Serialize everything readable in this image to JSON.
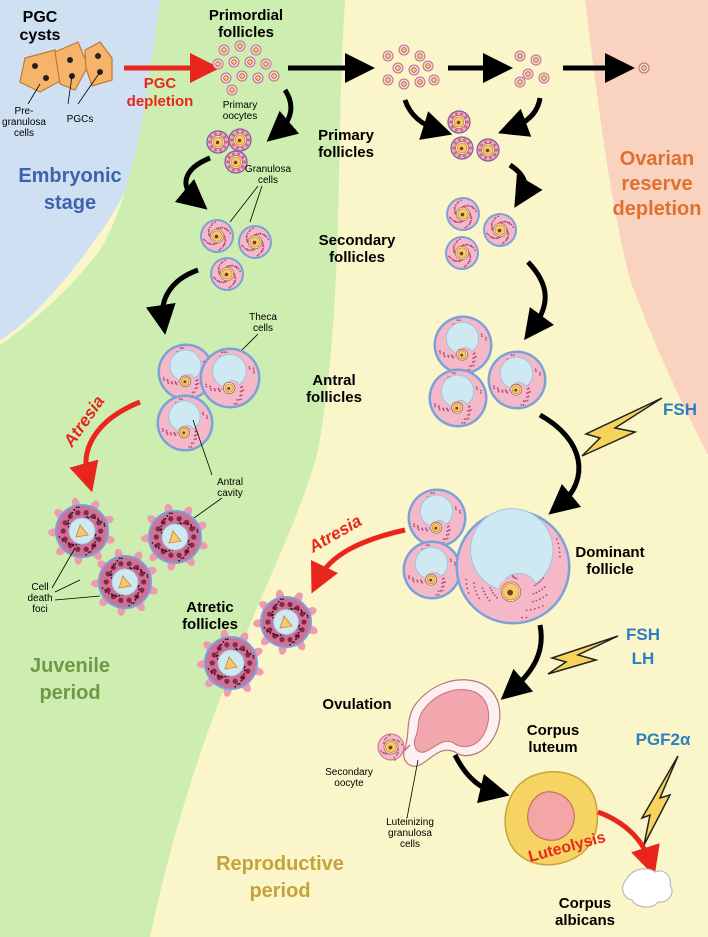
{
  "stages": {
    "embryonic": "Embryonic stage",
    "juvenile": "Juvenile period",
    "reproductive": "Reproductive period",
    "ovarian_reserve_depletion": "Ovarian reserve depletion"
  },
  "labels": {
    "pgc_cysts": "PGC cysts",
    "pre_granulosa_cells": "Pre-granulosa cells",
    "pgcs": "PGCs",
    "pgc_depletion": "PGC depletion",
    "primordial_follicles": "Primordial follicles",
    "primary_oocytes": "Primary oocytes",
    "primary_follicles": "Primary follicles",
    "granulosa_cells": "Granulosa cells",
    "secondary_follicles": "Secondary follicles",
    "theca_cells": "Theca cells",
    "antral_follicles": "Antral follicles",
    "antral_cavity": "Antral cavity",
    "atresia": "Atresia",
    "cell_death_foci": "Cell death foci",
    "atretic_follicles": "Atretic follicles",
    "dominant_follicle": "Dominant follicle",
    "ovulation": "Ovulation",
    "secondary_oocyte": "Secondary oocyte",
    "luteinizing_granulosa_cells": "Luteinizing granulosa cells",
    "corpus_luteum": "Corpus luteum",
    "luteolysis": "Luteolysis",
    "corpus_albicans": "Corpus albicans"
  },
  "hormones": {
    "fsh": "FSH",
    "fsh_lh_1": "FSH",
    "fsh_lh_2": "LH",
    "pgf2a": "PGF2α"
  },
  "colors": {
    "embryonic_bg": "#cfe0f3",
    "juvenile_bg": "#cdeeb0",
    "reproductive_bg": "#fbf6c9",
    "depletion_bg": "#f9d3c0",
    "embryonic_text": "#3d63b0",
    "juvenile_text": "#6e9a45",
    "reproductive_text": "#c4a43a",
    "depletion_text": "#e0702d",
    "atresia_red": "#e8261e",
    "hormone_blue": "#2d7ec2"
  }
}
